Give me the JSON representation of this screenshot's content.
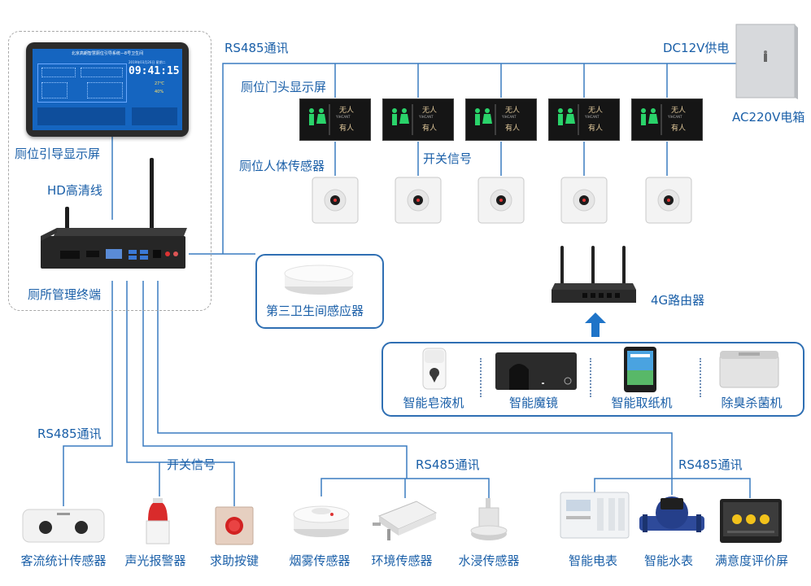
{
  "labels": {
    "rs485_top": "RS485通讯",
    "dc12v": "DC12V供电",
    "ac220v": "AC220V电箱",
    "door_display": "厕位门头显示屏",
    "body_sensor": "厕位人体传感器",
    "switch_signal_top": "开关信号",
    "guide_display": "厕位引导显示屏",
    "hd_cable": "HD高清线",
    "mgmt_terminal": "厕所管理终端",
    "third_sensor": "第三卫生间感应器",
    "router_4g": "4G路由器",
    "soap": "智能皂液机",
    "mirror": "智能魔镜",
    "paper": "智能取纸机",
    "deodor": "除臭杀菌机",
    "rs485_left": "RS485通讯",
    "switch_signal_bottom": "开关信号",
    "rs485_mid": "RS485通讯",
    "rs485_right": "RS485通讯",
    "passenger_counter": "客流统计传感器",
    "alarm": "声光报警器",
    "help_button": "求助按键",
    "smoke": "烟雾传感器",
    "env": "环境传感器",
    "water": "水浸传感器",
    "elec_meter": "智能电表",
    "water_meter": "智能水表",
    "satisfaction": "满意度评价屏"
  },
  "screen": {
    "header": "北京高朗智慧厕位引导系统—8号卫生间",
    "time": "09:41:15",
    "date": "2019年03月26日 星期二",
    "temp": "27℃",
    "humid": "40%"
  },
  "door_sign": {
    "vacant": "无人",
    "occupied": "有人",
    "brand": "YIHCANT"
  },
  "colors": {
    "line": "#3a7cc0",
    "label": "#1a5fa8",
    "frame": "#2f6fb3",
    "arrow": "#1f74c8"
  }
}
